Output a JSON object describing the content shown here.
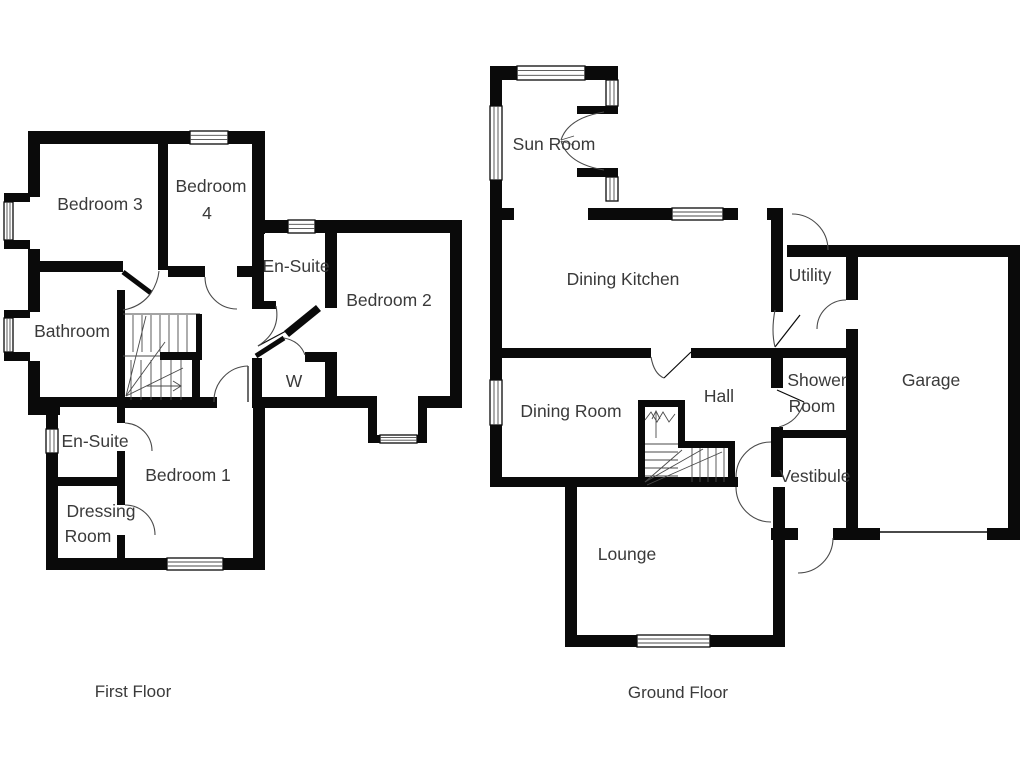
{
  "colors": {
    "wall": "#0a0a0a",
    "text": "#3a3a3a",
    "line": "#4a4a4a",
    "bg": "#ffffff",
    "winfill": "#ffffff"
  },
  "first_floor": {
    "title": "First Floor",
    "rooms": {
      "bedroom3": "Bedroom 3",
      "bedroom4_line1": "Bedroom",
      "bedroom4_line2": "4",
      "ensuite_top": "En-Suite",
      "bedroom2": "Bedroom 2",
      "bathroom": "Bathroom",
      "wardrobe": "W",
      "ensuite_bottom": "En-Suite",
      "bedroom1": "Bedroom 1",
      "dressing_line1": "Dressing",
      "dressing_line2": "Room"
    }
  },
  "ground_floor": {
    "title": "Ground Floor",
    "rooms": {
      "sun_room": "Sun Room",
      "dining_kitchen": "Dining Kitchen",
      "utility": "Utility",
      "garage": "Garage",
      "dining_room": "Dining Room",
      "hall": "Hall",
      "shower_room_line1": "Shower",
      "shower_room_line2": "Room",
      "vestibule": "Vestibule",
      "lounge": "Lounge"
    }
  }
}
